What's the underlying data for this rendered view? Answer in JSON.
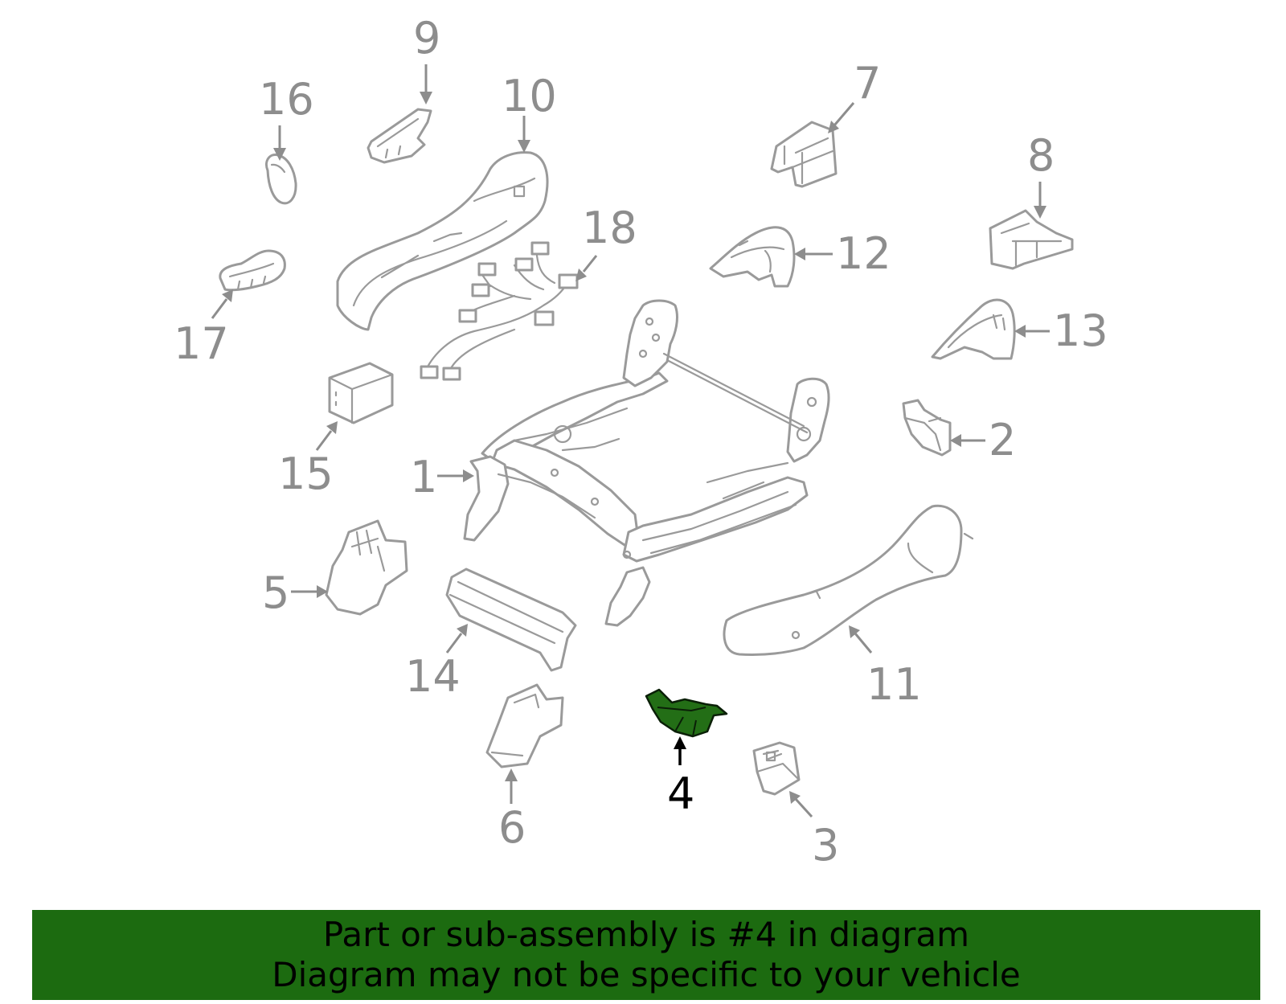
{
  "diagram": {
    "highlighted_part": "4",
    "highlight_color": "#236e16",
    "line_color": "#9a9a9a",
    "callouts": [
      "1",
      "2",
      "3",
      "4",
      "5",
      "6",
      "7",
      "8",
      "9",
      "10",
      "11",
      "12",
      "13",
      "14",
      "15",
      "16",
      "17",
      "18"
    ]
  },
  "banner": {
    "line1": "Part or sub-assembly is #4 in diagram",
    "line2": "Diagram may not be specific to your vehicle",
    "background": "#1c6b10"
  }
}
